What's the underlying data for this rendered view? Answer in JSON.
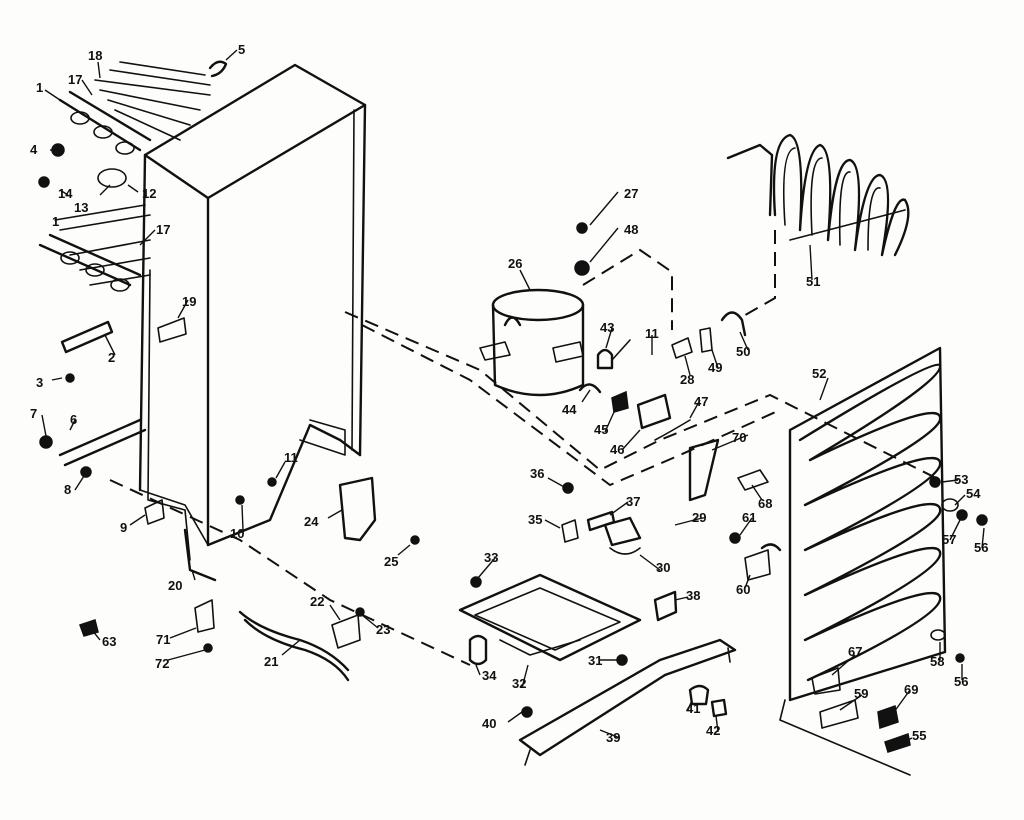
{
  "labels": [
    "1",
    "2",
    "3",
    "4",
    "5",
    "6",
    "7",
    "8",
    "9",
    "10",
    "11",
    "12",
    "13",
    "14",
    "17",
    "18",
    "19",
    "20",
    "21",
    "22",
    "23",
    "24",
    "25",
    "26",
    "27",
    "28",
    "29",
    "30",
    "31",
    "32",
    "33",
    "34",
    "35",
    "36",
    "37",
    "38",
    "39",
    "40",
    "41",
    "42",
    "43",
    "44",
    "45",
    "46",
    "47",
    "48",
    "49",
    "50",
    "51",
    "52",
    "53",
    "54",
    "55",
    "56",
    "57",
    "58",
    "59",
    "60",
    "61",
    "63",
    "67",
    "68",
    "69",
    "70",
    "71",
    "72"
  ]
}
